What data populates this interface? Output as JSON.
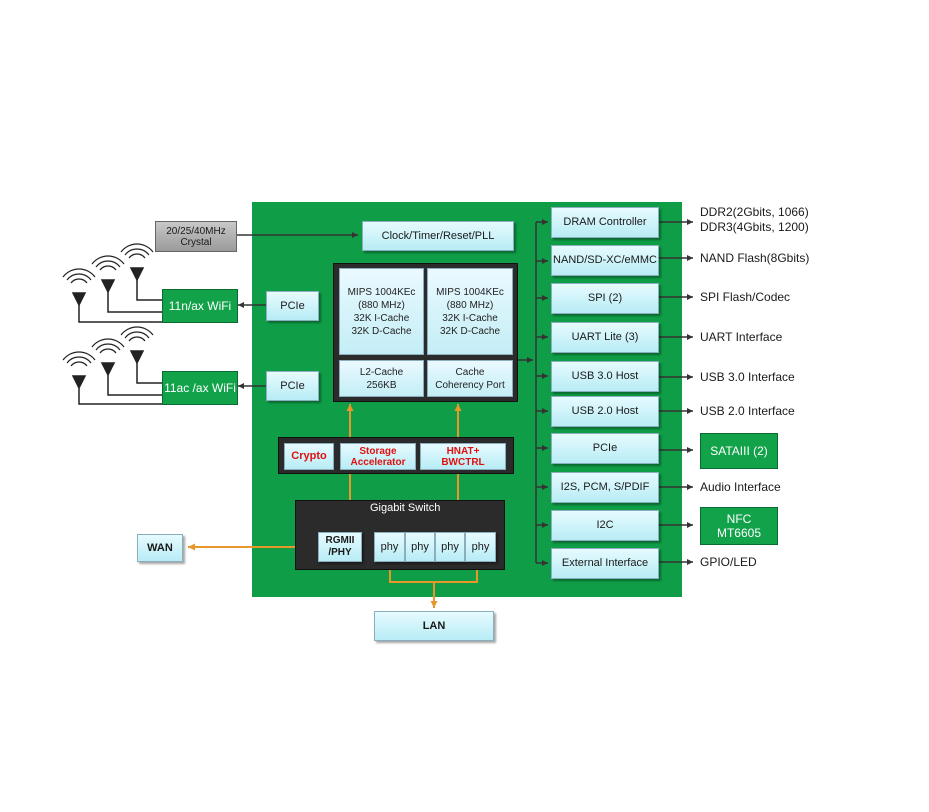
{
  "crystal": {
    "line1": "20/25/40MHz",
    "line2": "Crystal"
  },
  "wifi": [
    {
      "label": "11n/ax WiFi",
      "bus": "PCIe"
    },
    {
      "label": "11ac /ax WiFi",
      "bus": "PCIe"
    }
  ],
  "clock": "Clock/Timer/Reset/PLL",
  "cpu": {
    "core1": {
      "l1": "MIPS 1004KEc",
      "l2": "(880 MHz)",
      "l3": "32K I-Cache",
      "l4": "32K D-Cache"
    },
    "core2": {
      "l1": "MIPS 1004KEc",
      "l2": "(880 MHz)",
      "l3": "32K I-Cache",
      "l4": "32K D-Cache"
    },
    "l2cache": {
      "l1": "L2-Cache",
      "l2": "256KB"
    },
    "coherency": {
      "l1": "Cache",
      "l2": "Coherency Port"
    }
  },
  "accel": {
    "crypto": "Crypto",
    "storage": {
      "l1": "Storage",
      "l2": "Accelerator"
    },
    "hnat": {
      "l1": "HNAT+",
      "l2": "BWCTRL"
    }
  },
  "switch": {
    "title": "Gigabit Switch",
    "rgmii": {
      "l1": "RGMII",
      "l2": "/PHY"
    },
    "phys": [
      "phy",
      "phy",
      "phy",
      "phy"
    ]
  },
  "wan": "WAN",
  "lan": "LAN",
  "peripherals": [
    {
      "name": "DRAM Controller",
      "ext": [
        "DDR2(2Gbits, 1066)",
        "DDR3(4Gbits, 1200)"
      ]
    },
    {
      "name": "NAND/SD-XC/eMMC",
      "ext": [
        "NAND Flash(8Gbits)"
      ]
    },
    {
      "name": "SPI (2)",
      "ext": [
        "SPI Flash/Codec"
      ]
    },
    {
      "name": "UART Lite (3)",
      "ext": [
        "UART Interface"
      ]
    },
    {
      "name": "USB 3.0 Host",
      "ext": [
        "USB 3.0 Interface"
      ]
    },
    {
      "name": "USB 2.0 Host",
      "ext": [
        "USB 2.0 Interface"
      ]
    },
    {
      "name": "PCIe",
      "ext": [
        "SATAIII (2)"
      ]
    },
    {
      "name": "I2S, PCM, S/PDIF",
      "ext": [
        "Audio Interface"
      ]
    },
    {
      "name": "I2C",
      "ext": [
        "NFC",
        "MT6605"
      ]
    },
    {
      "name": "External Interface",
      "ext": [
        "GPIO/LED"
      ]
    }
  ],
  "colors": {
    "board": "#0f9e47",
    "wire": "#333333",
    "orange": "#e8982a",
    "accent_red": "#e01010"
  }
}
